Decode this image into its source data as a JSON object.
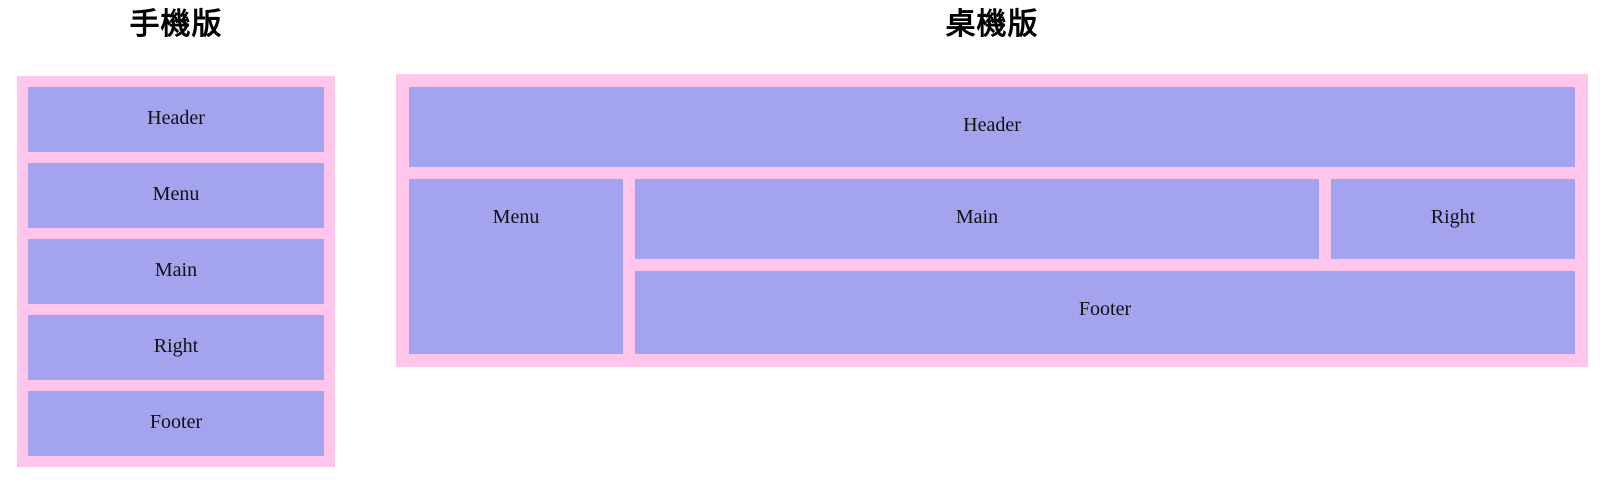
{
  "colors": {
    "container_pink": "#ffc5ea",
    "box_purple": "#a3a3ee",
    "label_text": "#111111",
    "title_text": "#000000"
  },
  "mobile": {
    "title": "手機版",
    "boxes": [
      "Header",
      "Menu",
      "Main",
      "Right",
      "Footer"
    ]
  },
  "desktop": {
    "title": "桌機版",
    "header": "Header",
    "menu": "Menu",
    "main": "Main",
    "right": "Right",
    "footer": "Footer"
  }
}
